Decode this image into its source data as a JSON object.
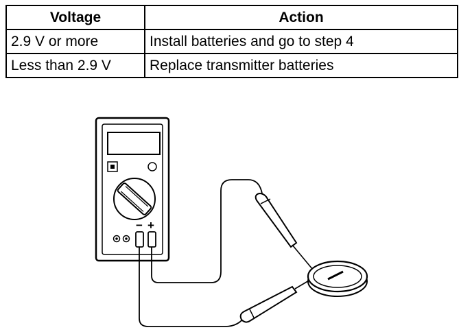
{
  "table": {
    "headers": [
      "Voltage",
      "Action"
    ],
    "rows": [
      [
        "2.9 V or more",
        "Install batteries and go to step 4"
      ],
      [
        "Less than 2.9 V",
        "Replace transmitter batteries"
      ]
    ]
  },
  "meter": {
    "minus_label": "−",
    "plus_label": "+"
  }
}
